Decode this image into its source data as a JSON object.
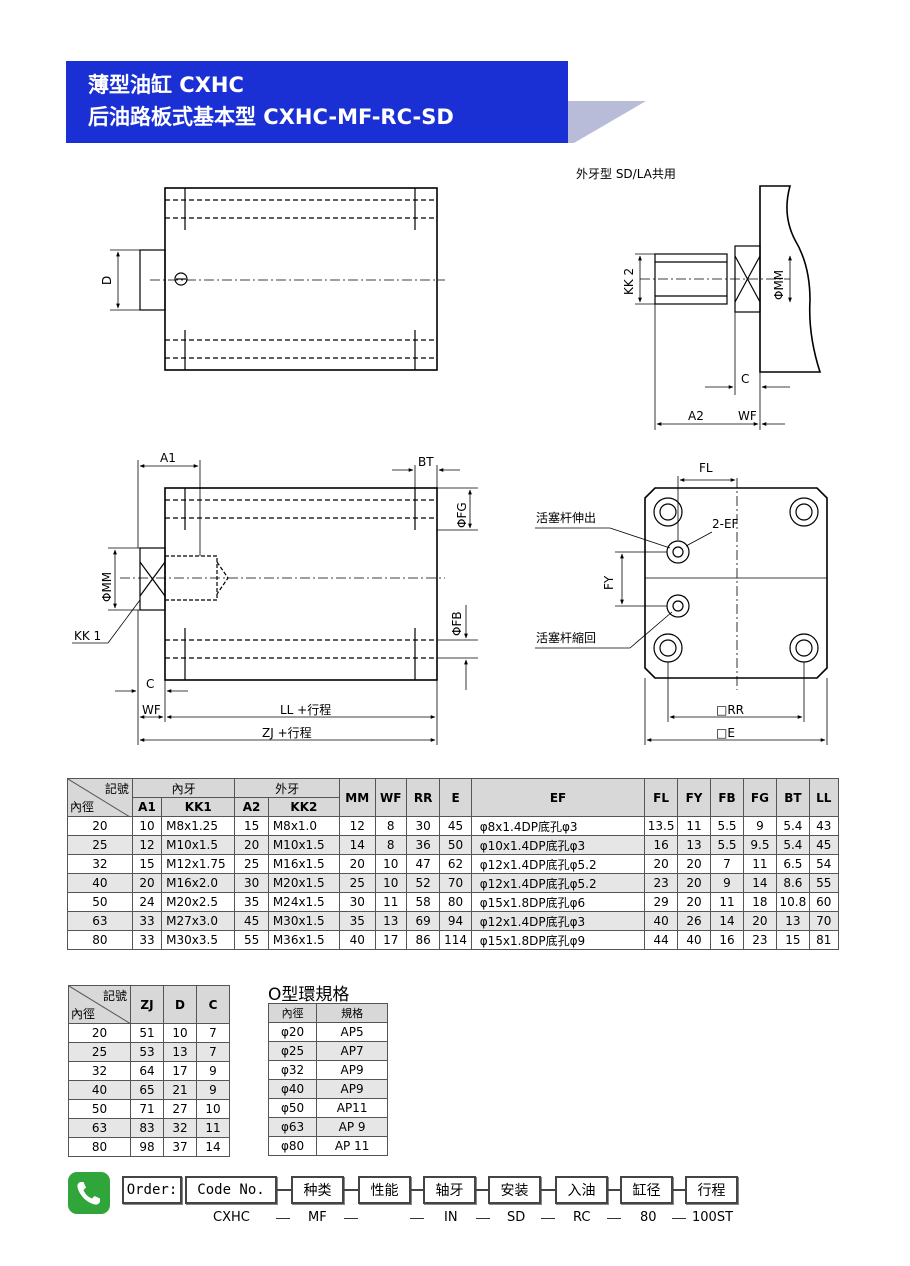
{
  "header": {
    "line1": "薄型油缸  CXHC",
    "line2": "后油路板式基本型  CXHC-MF-RC-SD"
  },
  "drawing_labels": {
    "top_right_caption": "外牙型   SD/LA共用",
    "D": "D",
    "KK2": "KK 2",
    "MM_top": "ΦMM",
    "C_top": "C",
    "A2": "A2",
    "WF_top": "WF",
    "A1": "A1",
    "BT": "BT",
    "FG": "ΦFG",
    "MM_side": "ΦMM",
    "FB": "ΦFB",
    "KK1": "KK 1",
    "C_side": "C",
    "WF_side": "WF",
    "LL": "LL +行程",
    "ZJ": "ZJ +行程",
    "FL": "FL",
    "piston_out": "活塞杆伸出",
    "EF": "2-EF",
    "FY": "FY",
    "piston_in": "活塞杆縮回",
    "RR": "□RR",
    "E": "□E"
  },
  "main_table": {
    "diag_top": "記號",
    "diag_bottom": "內徑",
    "group_inner": "內牙",
    "group_outer": "外牙",
    "headers": [
      "A1",
      "KK1",
      "A2",
      "KK2",
      "MM",
      "WF",
      "RR",
      "E",
      "EF",
      "FL",
      "FY",
      "FB",
      "FG",
      "BT",
      "LL"
    ],
    "rows": [
      [
        "20",
        "10",
        "M8x1.25",
        "15",
        "M8x1.0",
        "12",
        "8",
        "30",
        "45",
        "φ8x1.4DP底孔φ3",
        "13.5",
        "11",
        "5.5",
        "9",
        "5.4",
        "43"
      ],
      [
        "25",
        "12",
        "M10x1.5",
        "20",
        "M10x1.5",
        "14",
        "8",
        "36",
        "50",
        "φ10x1.4DP底孔φ3",
        "16",
        "13",
        "5.5",
        "9.5",
        "5.4",
        "45"
      ],
      [
        "32",
        "15",
        "M12x1.75",
        "25",
        "M16x1.5",
        "20",
        "10",
        "47",
        "62",
        "φ12x1.4DP底孔φ5.2",
        "20",
        "20",
        "7",
        "11",
        "6.5",
        "54"
      ],
      [
        "40",
        "20",
        "M16x2.0",
        "30",
        "M20x1.5",
        "25",
        "10",
        "52",
        "70",
        "φ12x1.4DP底孔φ5.2",
        "23",
        "20",
        "9",
        "14",
        "8.6",
        "55"
      ],
      [
        "50",
        "24",
        "M20x2.5",
        "35",
        "M24x1.5",
        "30",
        "11",
        "58",
        "80",
        "φ15x1.8DP底孔φ6",
        "29",
        "20",
        "11",
        "18",
        "10.8",
        "60"
      ],
      [
        "63",
        "33",
        "M27x3.0",
        "45",
        "M30x1.5",
        "35",
        "13",
        "69",
        "94",
        "φ12x1.4DP底孔φ3",
        "40",
        "26",
        "14",
        "20",
        "13",
        "70"
      ],
      [
        "80",
        "33",
        "M30x3.5",
        "55",
        "M36x1.5",
        "40",
        "17",
        "86",
        "114",
        "φ15x1.8DP底孔φ9",
        "44",
        "40",
        "16",
        "23",
        "15",
        "81"
      ]
    ]
  },
  "small_table": {
    "diag_top": "記號",
    "diag_bottom": "內徑",
    "headers": [
      "ZJ",
      "D",
      "C"
    ],
    "rows": [
      [
        "20",
        "51",
        "10",
        "7"
      ],
      [
        "25",
        "53",
        "13",
        "7"
      ],
      [
        "32",
        "64",
        "17",
        "9"
      ],
      [
        "40",
        "65",
        "21",
        "9"
      ],
      [
        "50",
        "71",
        "27",
        "10"
      ],
      [
        "63",
        "83",
        "32",
        "11"
      ],
      [
        "80",
        "98",
        "37",
        "14"
      ]
    ]
  },
  "oring": {
    "title": "O型環規格",
    "headers": [
      "內徑",
      "規格"
    ],
    "rows": [
      [
        "φ20",
        "AP5"
      ],
      [
        "φ25",
        "AP7"
      ],
      [
        "φ32",
        "AP9"
      ],
      [
        "φ40",
        "AP9"
      ],
      [
        "φ50",
        "AP11"
      ],
      [
        "φ63",
        "AP 9"
      ],
      [
        "φ80",
        "AP 11"
      ]
    ]
  },
  "order": {
    "label": "Order:",
    "code_no": "Code No.",
    "fields": [
      "种类",
      "性能",
      "轴牙",
      "安装",
      "入油",
      "缸径",
      "行程"
    ],
    "codes": [
      "CXHC",
      "MF",
      "IN",
      "SD",
      "RC",
      "80",
      "100ST"
    ]
  },
  "colors": {
    "banner": "#1a2fd4",
    "phone": "#2fa53a"
  }
}
